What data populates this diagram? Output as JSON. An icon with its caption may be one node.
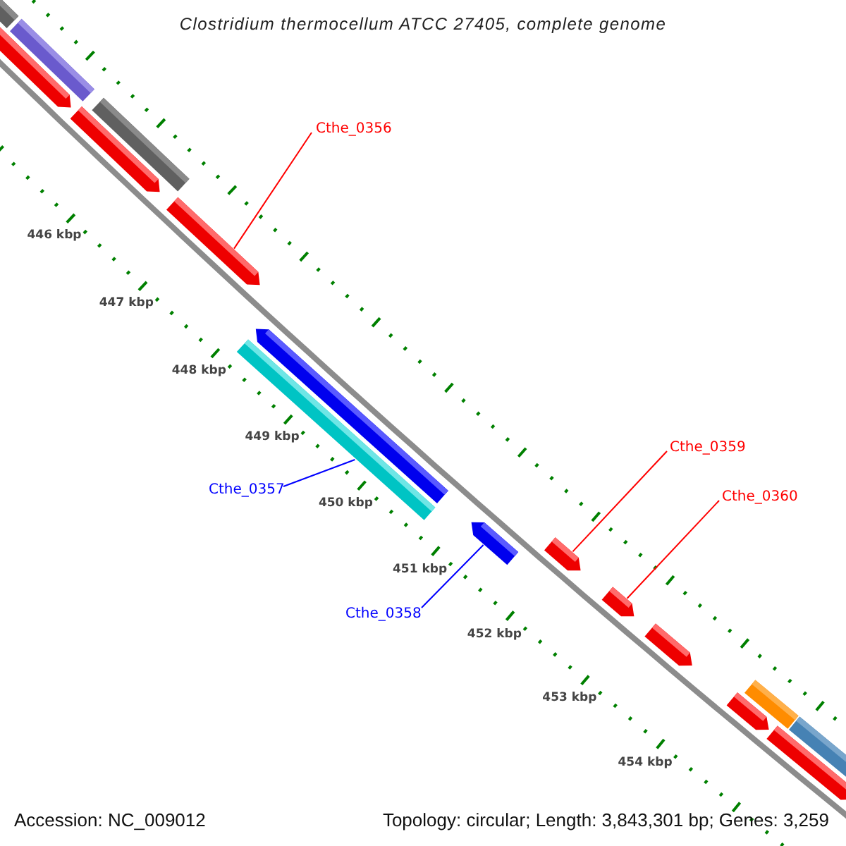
{
  "diagram": {
    "title": "Clostridium thermocellum ATCC 27405, complete genome",
    "nodes": [
      {
        "text": [
          "Cthe_0356"
        ]
      },
      {
        "text": [
          "Cthe_0357"
        ]
      },
      {
        "text": [
          "Cthe_0358"
        ]
      },
      {
        "text": [
          "Cthe_0359"
        ]
      },
      {
        "text": [
          "Cthe_0360"
        ]
      },
      {
        "text": [],
        "shape": "bar"
      },
      {
        "text": [],
        "shape": "bar"
      },
      {
        "text": [],
        "shape": "arrow"
      },
      {
        "text": [],
        "shape": "arrow"
      },
      {
        "text": [],
        "shape": "bar"
      },
      {
        "text": [],
        "shape": "arrow"
      },
      {
        "text": [],
        "shape": "arrow"
      },
      {
        "text": [],
        "shape": "bar"
      },
      {
        "text": [],
        "shape": "arrow"
      },
      {
        "text": [],
        "shape": "arrow"
      },
      {
        "text": [],
        "shape": "arrow"
      },
      {
        "text": [],
        "shape": "arrow"
      },
      {
        "text": [],
        "shape": "arrow"
      },
      {
        "text": [],
        "shape": "bar"
      },
      {
        "text": [],
        "shape": "bar"
      },
      {
        "text": [],
        "shape": "arrow"
      }
    ],
    "edges": [
      {
        "from": 0,
        "to": 10,
        "arrow": "none"
      },
      {
        "from": 1,
        "to": 12,
        "arrow": "none",
        "color": "#0000ff"
      },
      {
        "from": 2,
        "to": 13,
        "arrow": "none",
        "color": "#0000ff"
      },
      {
        "from": 3,
        "to": 14,
        "arrow": "none"
      },
      {
        "from": 4,
        "to": 15,
        "arrow": "none"
      }
    ],
    "labels": [
      "446 kbp",
      "447 kbp",
      "448 kbp",
      "449 kbp",
      "450 kbp",
      "451 kbp",
      "452 kbp",
      "453 kbp",
      "454 kbp",
      "Accession: NC_009012",
      "Topology: circular; Length: 3,843,301 bp; Genes: 3,259"
    ]
  }
}
